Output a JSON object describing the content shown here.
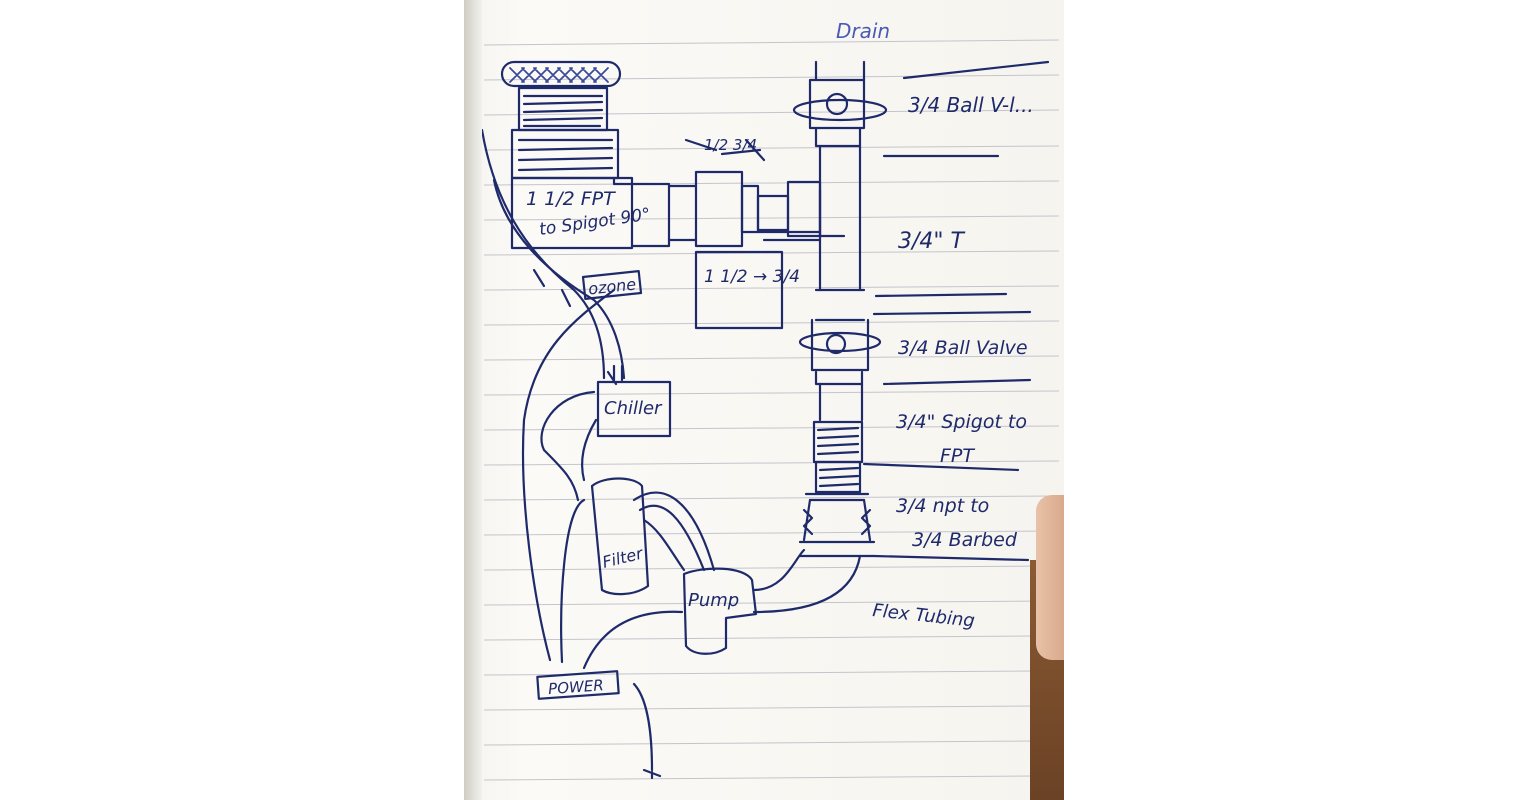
{
  "labels": {
    "drain": "Drain",
    "valve_top": "3/4 Ball V-l...",
    "reducer_top": "1/2 3/4",
    "fpt_line1": "1 1/2 FPT",
    "fpt_line2": "to Spigot 90°",
    "tee": "3/4\" T",
    "reducer_box": "1 1/2 → 3/4",
    "ozone": "ozone",
    "valve_mid": "3/4 Ball Valve",
    "chiller": "Chiller",
    "spigot_line1": "3/4\" Spigot to",
    "spigot_line2": "FPT",
    "npt_line1": "3/4 npt to",
    "npt_line2": "3/4 Barbed",
    "filter": "Filter",
    "pump": "Pump",
    "flex": "Flex Tubing",
    "power": "POWER"
  },
  "colors": {
    "ink": "#1f2a6b",
    "ink_light": "#4a5ab4",
    "paper": "#f7f6f2",
    "rule": "#c4c4cc"
  }
}
